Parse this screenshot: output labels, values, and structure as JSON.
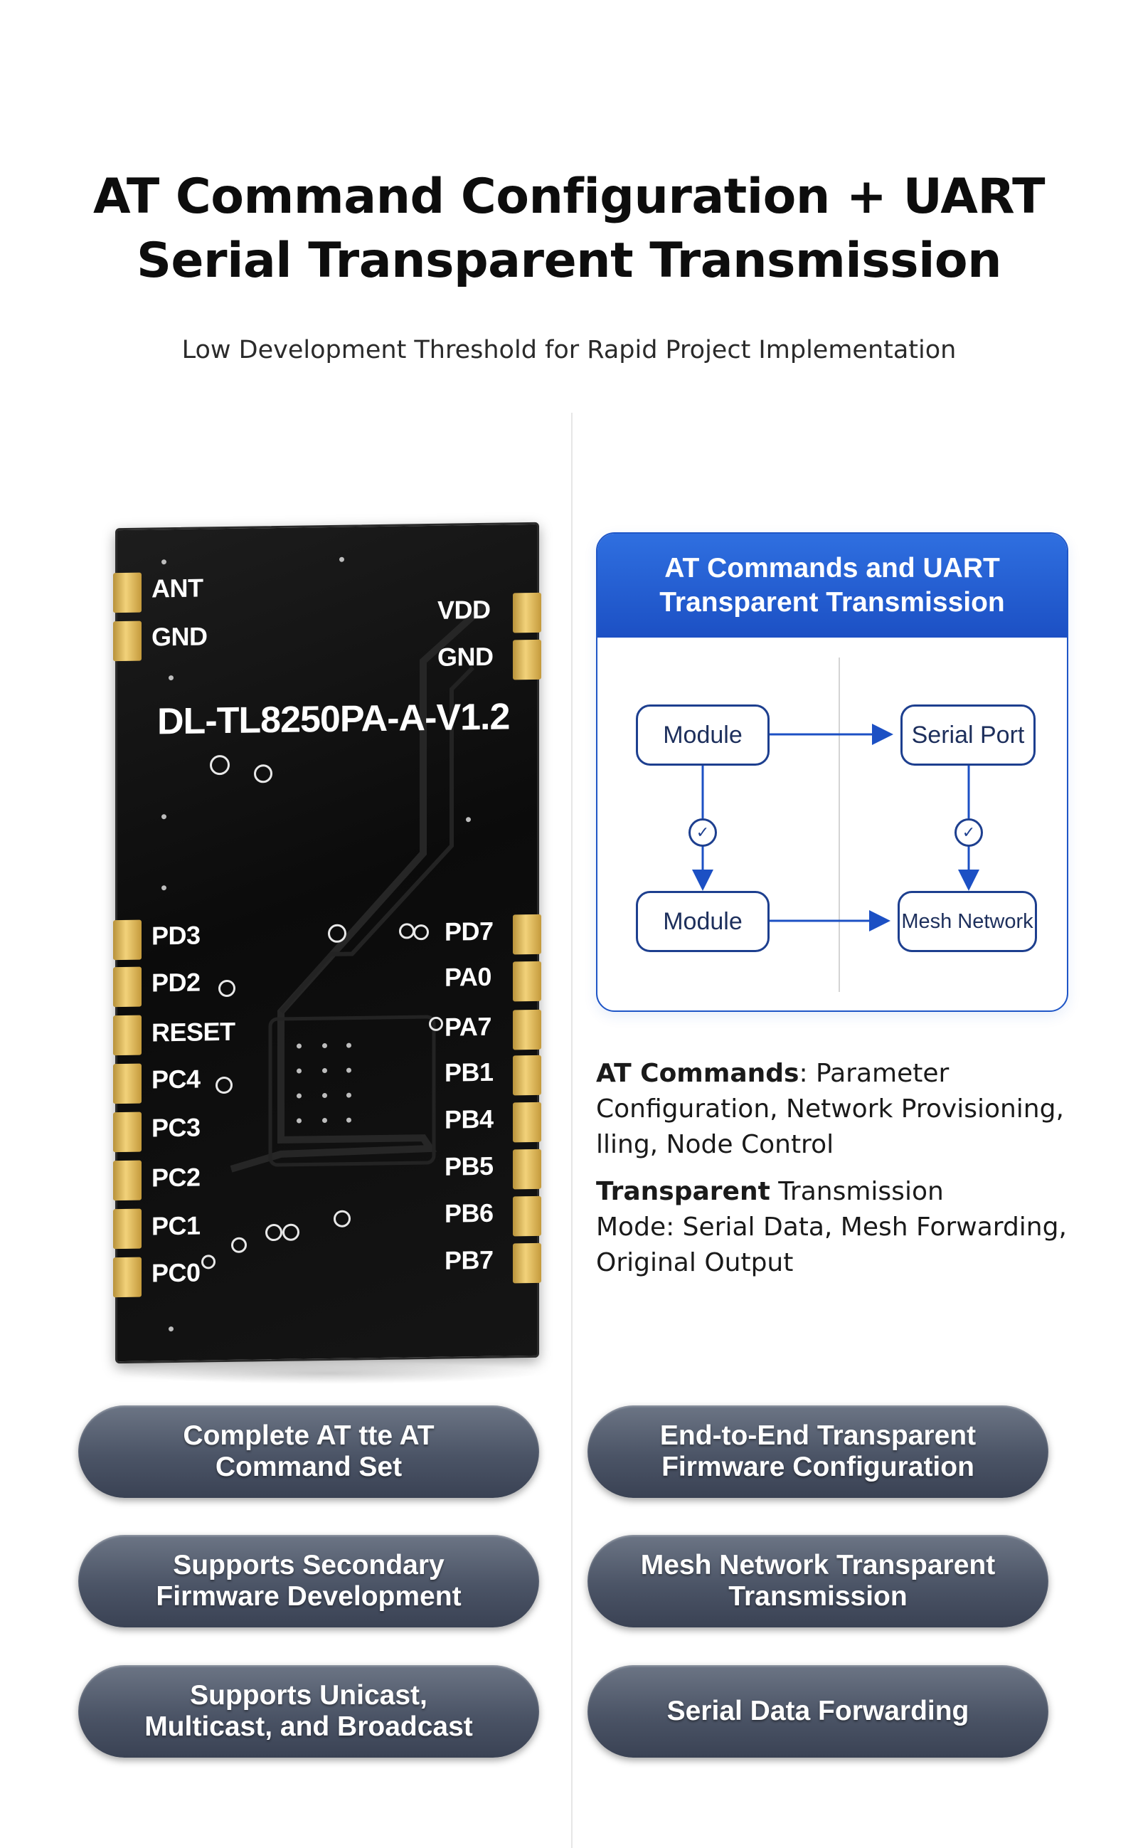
{
  "header": {
    "title_line1": "AT Command Configuration + UART",
    "title_line2": "Serial Transparent Transmission",
    "subtitle": "Low Development Threshold for Rapid Project Implementation"
  },
  "module": {
    "name": "DL-TL8250PA-A-V1.2",
    "left_pins": [
      "ANT",
      "GND",
      "PD3",
      "PD2",
      "RESET",
      "PC4",
      "PC3",
      "PC2",
      "PC1",
      "PC0"
    ],
    "right_pins": [
      "VDD",
      "GND",
      "PD7",
      "PA0",
      "PA7",
      "PB1",
      "PB4",
      "PB5",
      "PB6",
      "PB7"
    ],
    "pad_color": "#e0b850",
    "board_color": "#111111"
  },
  "diagram": {
    "title_line1": "AT Commands and UART",
    "title_line2": "Transparent Transmission",
    "nodes": {
      "top_left": "Module",
      "top_right": "Serial Port",
      "bottom_left": "Module",
      "bottom_right": "Mesh Network"
    },
    "accent_color": "#1c50c4",
    "check_icon": "check-circle-icon"
  },
  "descriptions": {
    "at_bold": "AT Commands",
    "at_text1": ": Parameter",
    "at_text2": "Configuration, Network Provisioning,",
    "at_text3": "lling, Node Control",
    "tt_bold": "Transparent",
    "tt_text1": " Transmission",
    "tt_text2": "Mode: Serial Data, Mesh Forwarding,",
    "tt_text3": "Original Output"
  },
  "features": {
    "f1_line1": "Complete AT tte AT",
    "f1_line2": "Command Set",
    "f2_line1": "End-to-End Transparent",
    "f2_line2": "Firmware Configuration",
    "f3_line1": "Supports Secondary",
    "f3_line2": "Firmware Development",
    "f4_line1": "Mesh Network Transparent",
    "f4_line2": "Transmission",
    "f5_line1": "Supports Unicast,",
    "f5_line2": "Multicast, and Broadcast",
    "f6_line1": "Serial Data Forwarding"
  }
}
